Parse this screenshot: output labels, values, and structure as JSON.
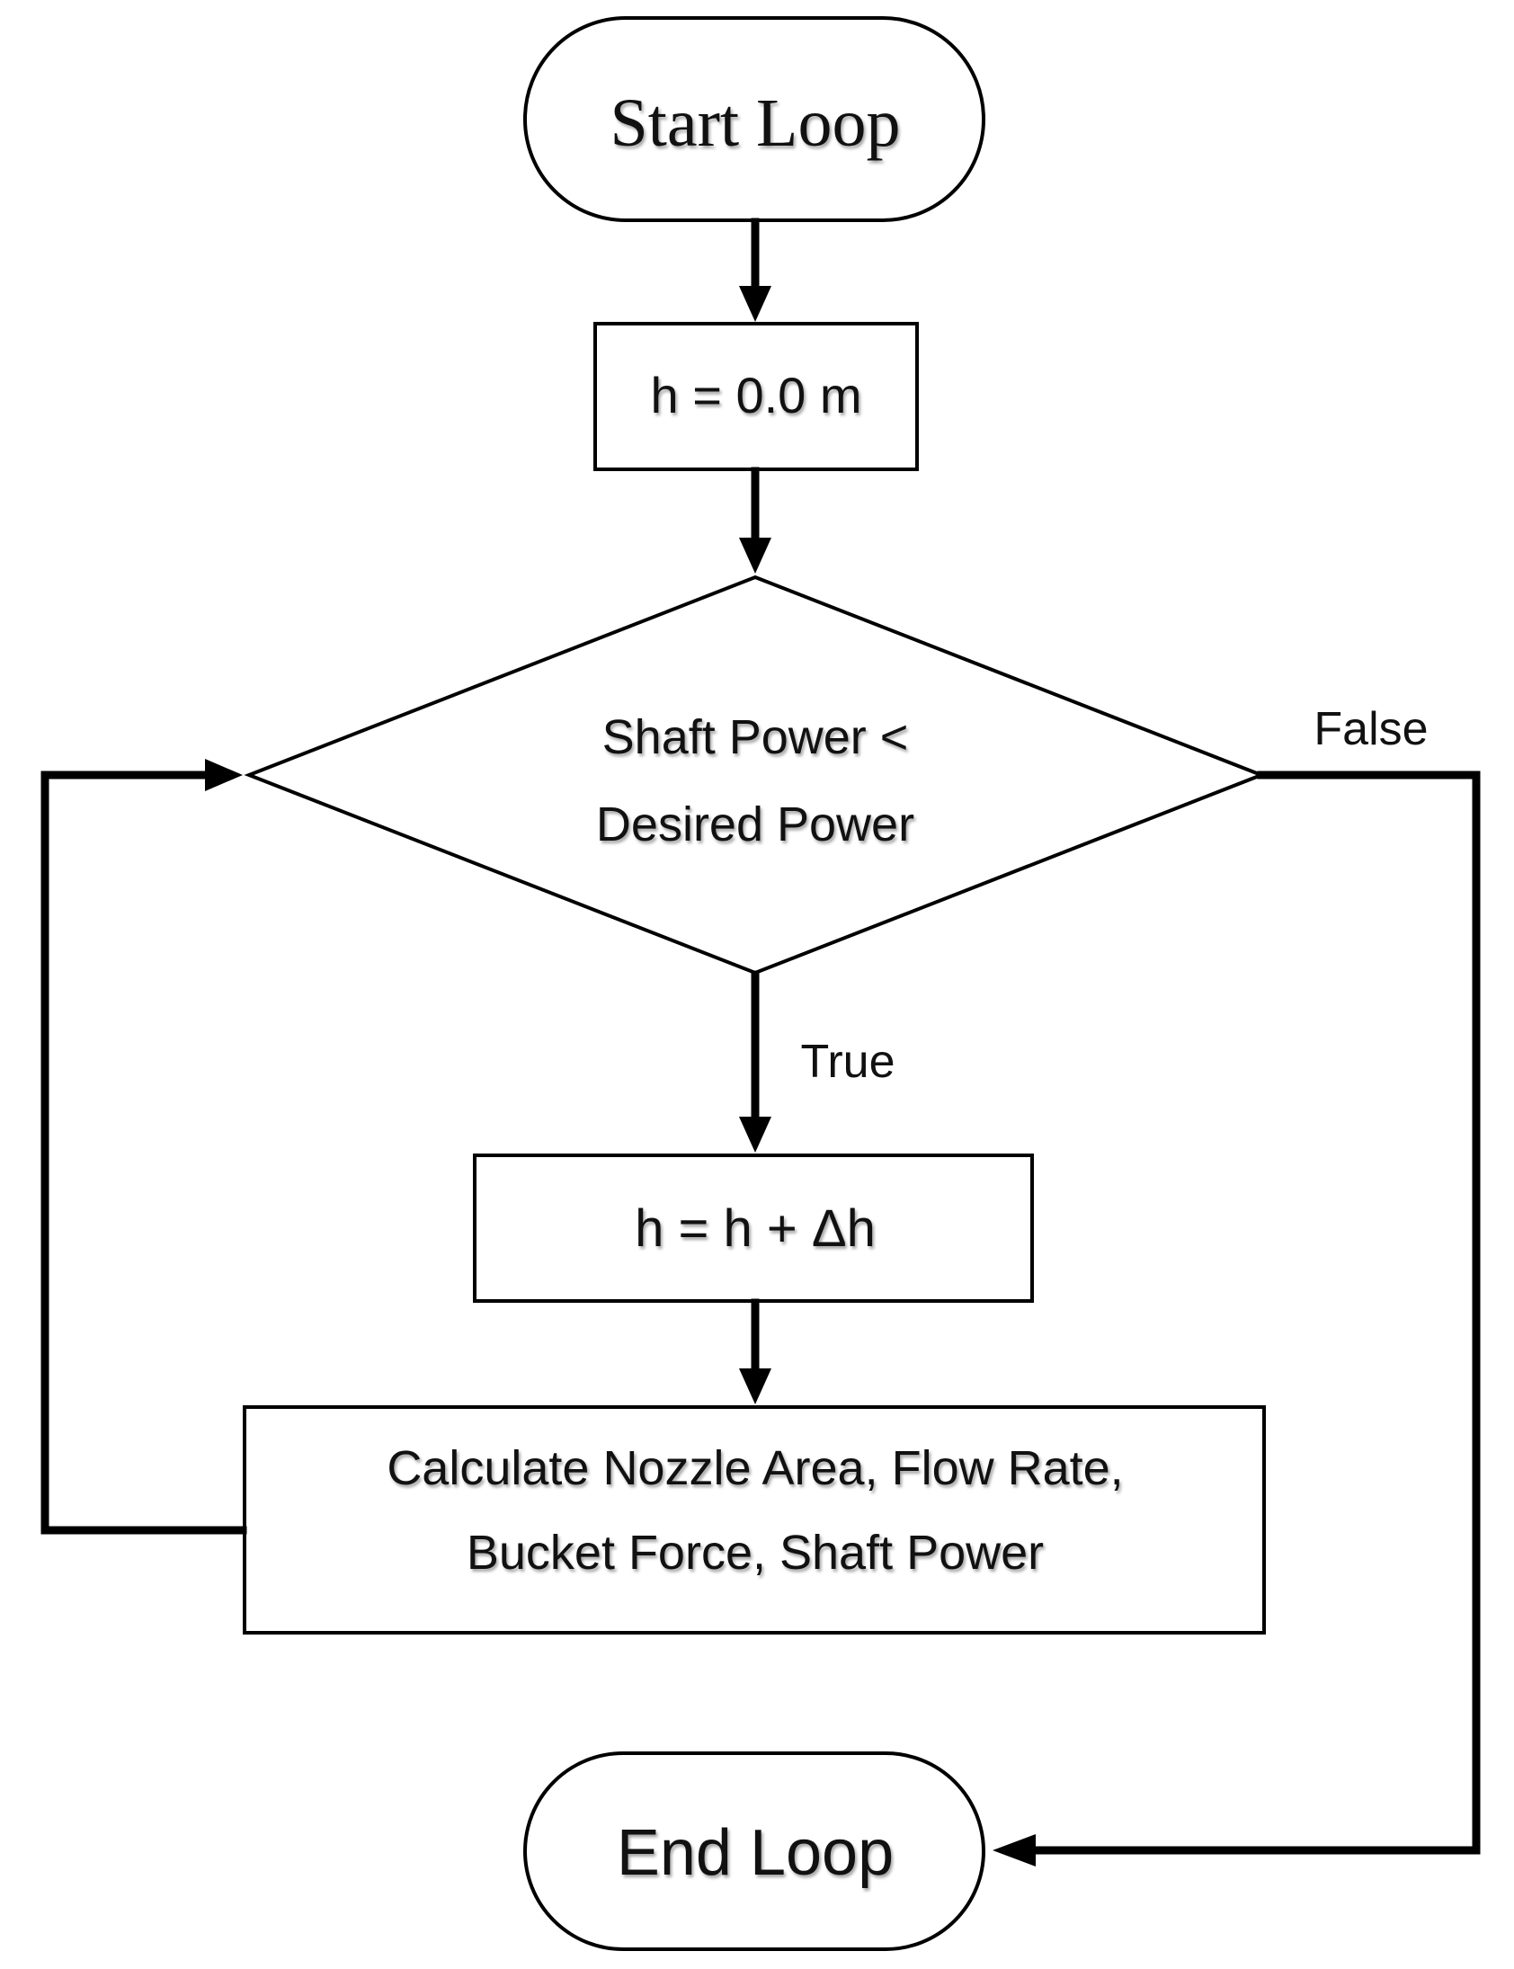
{
  "diagram": {
    "start": {
      "label": "Start Loop"
    },
    "init": {
      "label": "h = 0.0 m"
    },
    "decision": {
      "line1": "Shaft Power <",
      "line2": "Desired Power"
    },
    "true_label": "True",
    "false_label": "False",
    "increment": {
      "label": "h = h + Δh"
    },
    "calculate": {
      "line1": "Calculate  Nozzle Area, Flow Rate,",
      "line2": "Bucket Force, Shaft Power"
    },
    "end": {
      "label": "End Loop"
    }
  }
}
